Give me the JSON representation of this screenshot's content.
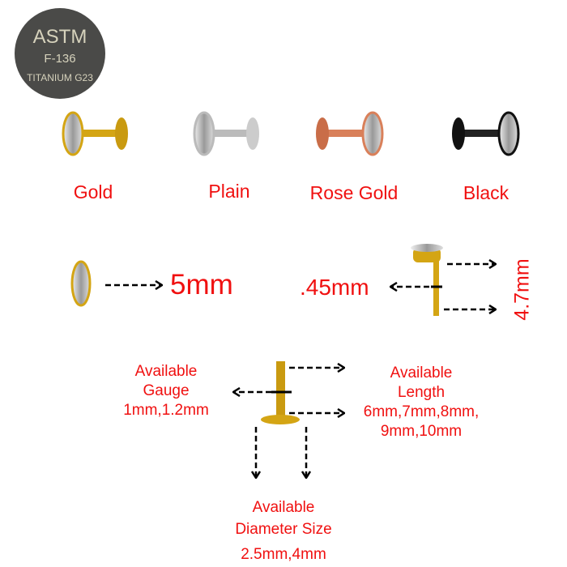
{
  "badge": {
    "line1": "ASTM",
    "line2": "F-136",
    "line3": "TITANIUM G23"
  },
  "colors": {
    "accent_text": "#f01010",
    "options": [
      {
        "label": "Gold",
        "metal": "#d4a514"
      },
      {
        "label": "Plain",
        "metal": "#c8c8c8"
      },
      {
        "label": "Rose Gold",
        "metal": "#d9805a"
      },
      {
        "label": "Black",
        "metal": "#1a1a1a"
      }
    ]
  },
  "dimensions": {
    "stone_size": "5mm",
    "gauge_thickness": ".45mm",
    "head_height": "4.7mm"
  },
  "availability": {
    "gauge": {
      "title1": "Available",
      "title2": "Gauge",
      "values": "1mm,1.2mm"
    },
    "length": {
      "title1": "Available",
      "title2": "Length",
      "values1": "6mm,7mm,8mm,",
      "values2": "9mm,10mm"
    },
    "diameter": {
      "title1": "Available",
      "title2": "Diameter Size",
      "values": "2.5mm,4mm"
    }
  }
}
